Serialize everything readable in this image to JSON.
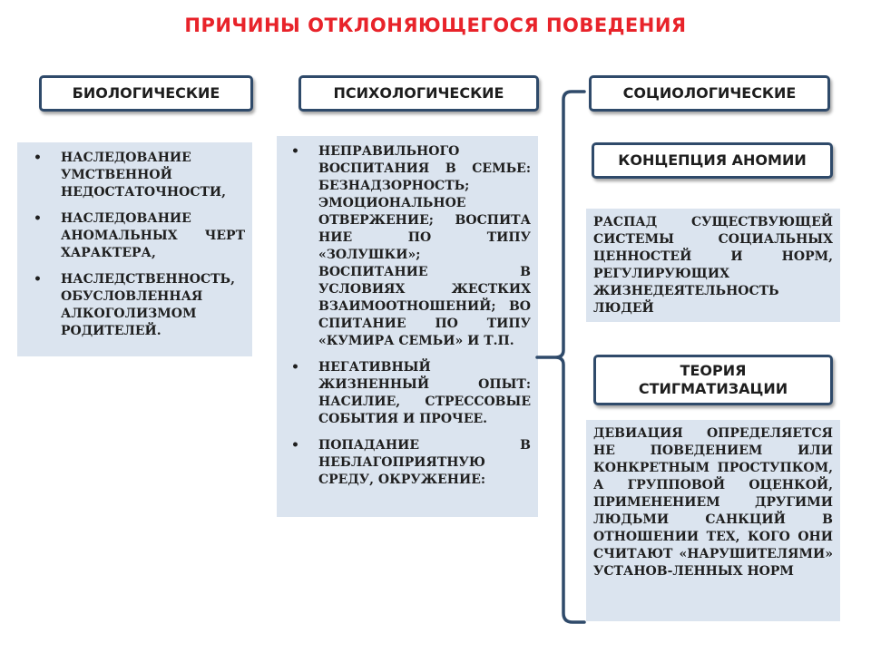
{
  "title": "ПРИЧИНЫ ОТКЛОНЯЮЩЕГОСЯ ПОВЕДЕНИЯ",
  "headers": {
    "biological": "БИОЛОГИЧЕСКИЕ",
    "psychological": "ПСИХОЛОГИЧЕСКИЕ",
    "sociological": "СОЦИОЛОГИЧЕСКИЕ",
    "anomie": "КОНЦЕПЦИЯ АНОМИИ",
    "stigma": "ТЕОРИЯ СТИГМАТИЗАЦИИ"
  },
  "biological_items": [
    "НАСЛЕДОВАНИЕ УМСТВЕННОЙ НЕДОСТАТОЧНОСТИ,",
    "НАСЛЕДОВАНИЕ АНОМАЛЬНЫХ ЧЕРТ ХАРАКТЕРА,",
    "НАСЛЕДСТВЕННОСТЬ, ОБУСЛОВЛЕННАЯ АЛКОГОЛИЗМОМ РОДИТЕЛЕЙ."
  ],
  "psychological_items": [
    "НЕПРАВИЛЬНОГО ВОСПИТАНИЯ В СЕМЬЕ: БЕЗНАДЗОРНОСТЬ; ЭМОЦИОНАЛЬНОЕ ОТВЕРЖЕНИЕ; ВОСПИТА НИЕ ПО ТИПУ «ЗОЛУШКИ»; ВОСПИТАНИЕ В УСЛОВИЯХ ЖЕСТКИХ ВЗАИМООТНОШЕНИЙ; ВО СПИТАНИЕ ПО ТИПУ «КУМИРА СЕМЬИ» И Т.П.",
    "НЕГАТИВНЫЙ ЖИЗНЕННЫЙ ОПЫТ: НАСИЛИЕ, СТРЕССОВЫЕ СОБЫТИЯ И ПРОЧЕЕ.",
    "ПОПАДАНИЕ В НЕБЛАГОПРИЯТНУЮ СРЕДУ, ОКРУЖЕНИЕ:"
  ],
  "bullet": "•",
  "anomie_text": "РАСПАД СУЩЕСТВУЮЩЕЙ СИСТЕМЫ СОЦИАЛЬНЫХ ЦЕННОСТЕЙ И НОРМ, РЕГУЛИРУЮЩИХ ЖИЗНЕДЕЯТЕЛЬНОСТЬ ЛЮДЕЙ",
  "stigma_text": "ДЕВИАЦИЯ ОПРЕДЕЛЯЕТСЯ НЕ ПОВЕДЕНИЕМ ИЛИ КОНКРЕТНЫМ ПРОСТУПКОМ, А ГРУППОВОЙ ОЦЕНКОЙ, ПРИМЕНЕНИЕМ ДРУГИМИ ЛЮДЬМИ САНКЦИЙ В ОТНОШЕНИИ ТЕХ, КОГО ОНИ СЧИТАЮТ «НАРУШИТЕЛЯМИ» УСТАНОВ-ЛЕННЫХ НОРМ",
  "colors": {
    "title": "#e8232a",
    "border": "#2f4a6a",
    "panel": "#dbe4ef"
  }
}
